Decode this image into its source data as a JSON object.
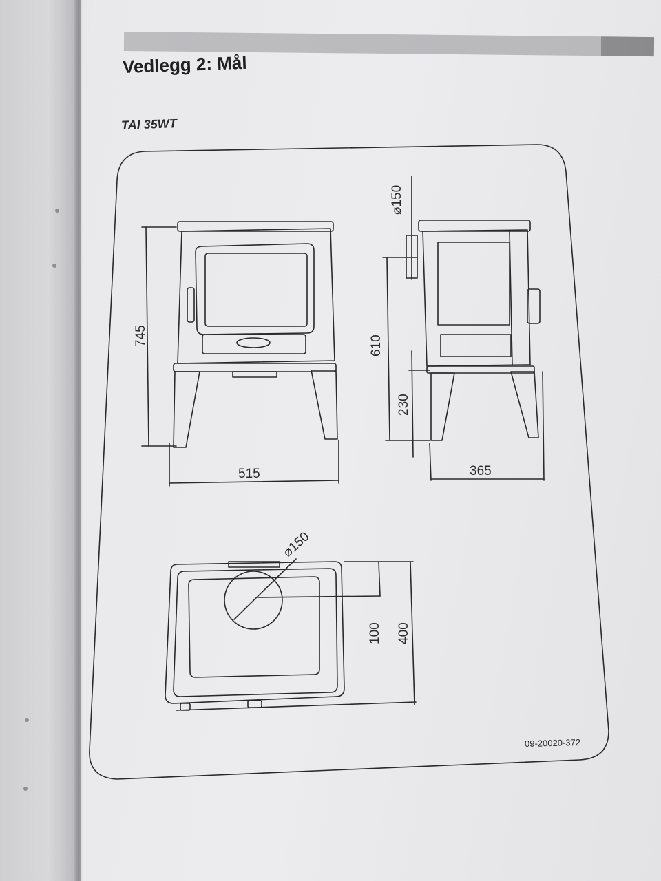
{
  "header": {
    "title": "Vedlegg 2: Mål",
    "model": "TAI 35WT"
  },
  "dimensions": {
    "front_height": "745",
    "front_width": "515",
    "side_flue_diameter": "⌀150",
    "side_flue_height": "610",
    "side_leg_height": "230",
    "side_depth": "365",
    "top_flue_diameter": "⌀150",
    "top_flue_offset": "100",
    "top_depth": "400"
  },
  "footer": {
    "doc_number": "09-20020-372"
  },
  "colors": {
    "paper": "#ececee",
    "line": "#2a2a2c",
    "header_bar": "#bdbdc0"
  }
}
